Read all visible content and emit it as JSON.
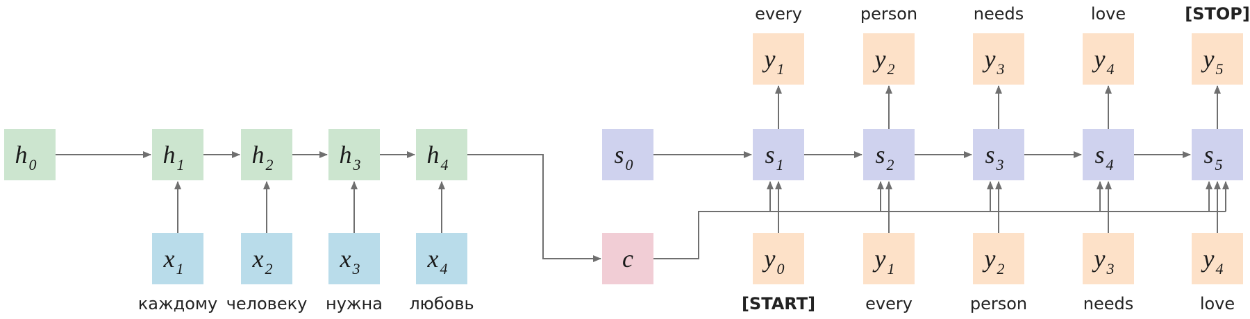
{
  "colors": {
    "encoder_hidden": "#cce5cf",
    "encoder_input": "#b9dcea",
    "decoder_hidden": "#cfd2ee",
    "decoder_token": "#fde1c8",
    "context": "#f1cdd5",
    "edge": "#6f6f6f"
  },
  "encoder": {
    "hidden": [
      {
        "base": "h",
        "sub": "0"
      },
      {
        "base": "h",
        "sub": "1"
      },
      {
        "base": "h",
        "sub": "2"
      },
      {
        "base": "h",
        "sub": "3"
      },
      {
        "base": "h",
        "sub": "4"
      }
    ],
    "inputs": [
      {
        "base": "x",
        "sub": "1",
        "word": "каждому"
      },
      {
        "base": "x",
        "sub": "2",
        "word": "человеку"
      },
      {
        "base": "x",
        "sub": "3",
        "word": "нужна"
      },
      {
        "base": "x",
        "sub": "4",
        "word": "любовь"
      }
    ]
  },
  "context": {
    "base": "c"
  },
  "decoder": {
    "states": [
      {
        "base": "s",
        "sub": "0"
      },
      {
        "base": "s",
        "sub": "1"
      },
      {
        "base": "s",
        "sub": "2"
      },
      {
        "base": "s",
        "sub": "3"
      },
      {
        "base": "s",
        "sub": "4"
      },
      {
        "base": "s",
        "sub": "5"
      }
    ],
    "inputs": [
      {
        "base": "y",
        "sub": "0",
        "word": "[START]"
      },
      {
        "base": "y",
        "sub": "1",
        "word": "every"
      },
      {
        "base": "y",
        "sub": "2",
        "word": "person"
      },
      {
        "base": "y",
        "sub": "3",
        "word": "needs"
      },
      {
        "base": "y",
        "sub": "4",
        "word": "love"
      }
    ],
    "outputs": [
      {
        "base": "y",
        "sub": "1",
        "word": "every"
      },
      {
        "base": "y",
        "sub": "2",
        "word": "person"
      },
      {
        "base": "y",
        "sub": "3",
        "word": "needs"
      },
      {
        "base": "y",
        "sub": "4",
        "word": "love"
      },
      {
        "base": "y",
        "sub": "5",
        "word": "[STOP]"
      }
    ]
  }
}
